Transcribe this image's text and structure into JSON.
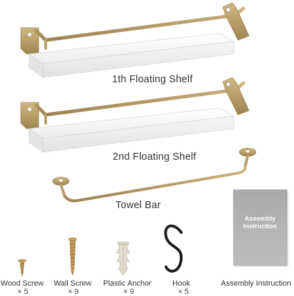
{
  "shelves": [
    {
      "label": "1th Floating Shelf"
    },
    {
      "label": "2nd Floating Shelf"
    }
  ],
  "towel_bar": {
    "label": "Towel Bar"
  },
  "manual": {
    "line1": "Assembly",
    "line2": "Instruction"
  },
  "items": [
    {
      "name": "Wood Screw",
      "qty": "× 5"
    },
    {
      "name": "Wall Screw",
      "qty": "× 9"
    },
    {
      "name": "Plastic Anchor",
      "qty": "× 9"
    },
    {
      "name": "Hook",
      "qty": "× 5"
    },
    {
      "name": "Assembly Instruction",
      "qty": ""
    }
  ],
  "colors": {
    "gold": "#b89f6a",
    "gold_dark": "#9c8450",
    "shelf_white": "#f4f4f4",
    "hook_black": "#1e1e1e",
    "manual_gray": "#b3b3b3"
  }
}
